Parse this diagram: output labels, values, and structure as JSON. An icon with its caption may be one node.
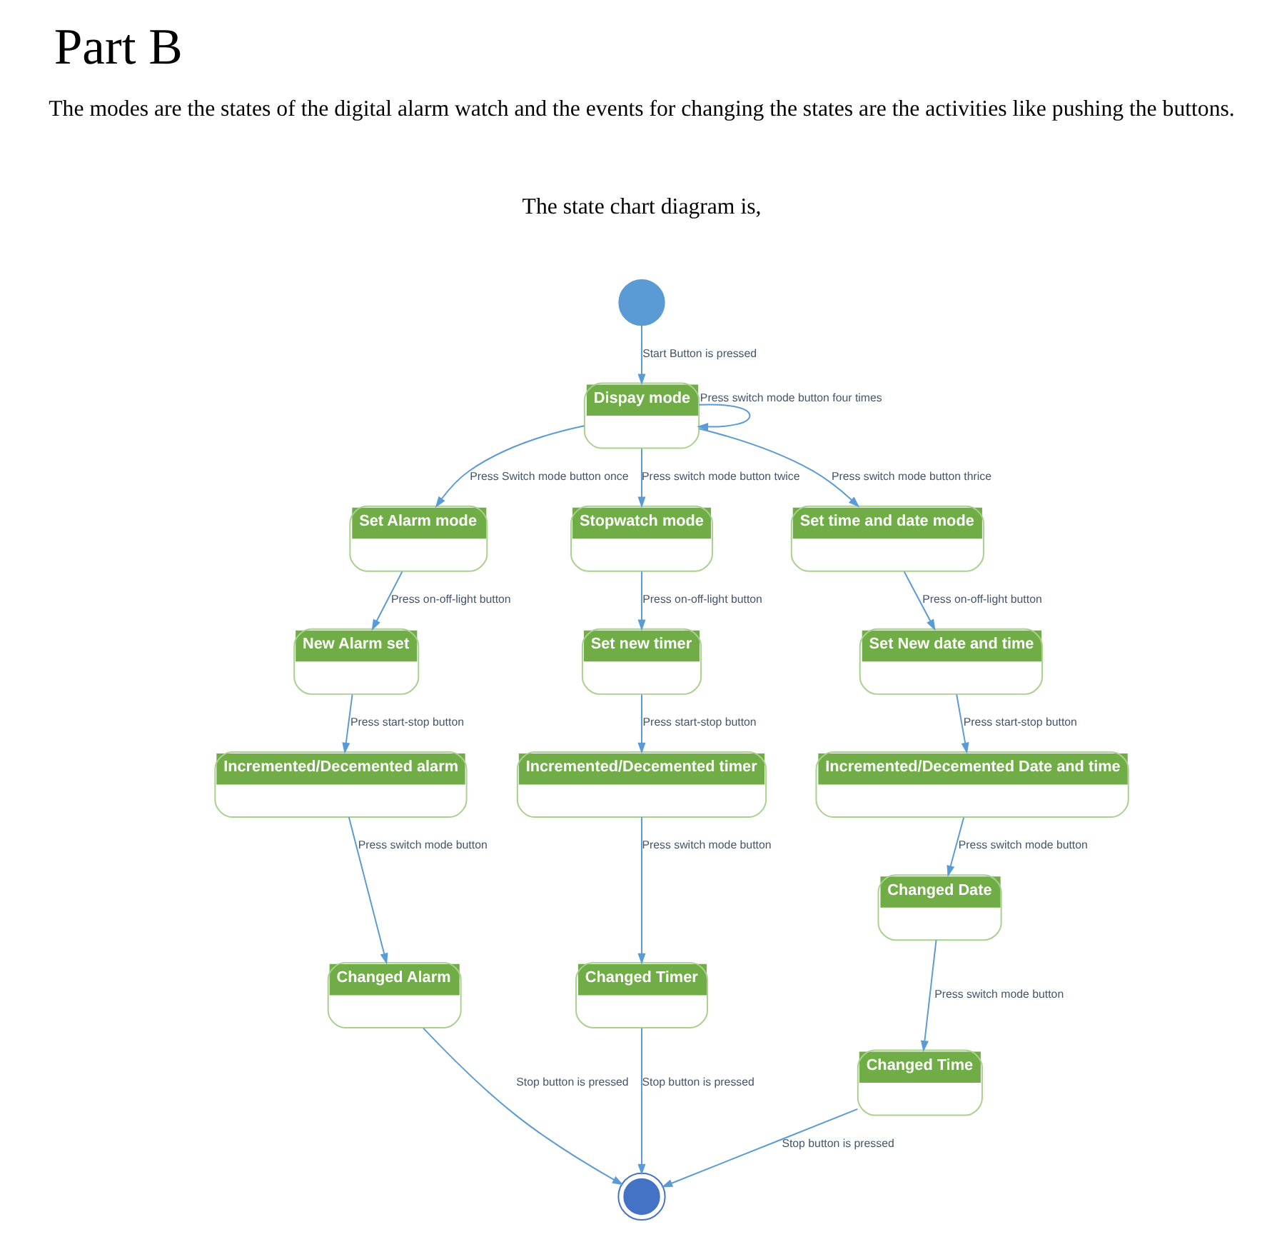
{
  "diagram": {
    "title": "Part B",
    "nodes": [
      {
        "text": [],
        "shape": "circle"
      },
      {
        "text": [
          "Dispay mode"
        ]
      },
      {
        "text": [
          "Set Alarm mode"
        ]
      },
      {
        "text": [
          "New Alarm set"
        ]
      },
      {
        "text": [
          "Stopwatch mode"
        ]
      },
      {
        "text": [
          "Incremented/Decemented alarm"
        ]
      },
      {
        "text": [
          "Set new timer"
        ]
      },
      {
        "text": [
          "Set time and date mode"
        ]
      },
      {
        "text": [
          "Changed Alarm"
        ]
      },
      {
        "text": [
          "Incremented/Decemented timer"
        ]
      },
      {
        "text": [
          "Set New date and time"
        ]
      },
      {
        "text": [
          "Changed Timer"
        ]
      },
      {
        "text": [],
        "shape": "bullseye"
      },
      {
        "text": [
          "Incremented/Decemented Date and time"
        ]
      },
      {
        "text": [
          "Changed Date"
        ]
      },
      {
        "text": [
          "Changed Time"
        ]
      }
    ],
    "edges": [
      {
        "from": 0,
        "to": 1,
        "arrow": "to",
        "label": "Start Button is pressed"
      },
      {
        "from": 1,
        "to": 1,
        "arrow": "to",
        "label": "Press switch mode button four times"
      },
      {
        "from": 1,
        "to": 2,
        "arrow": "to",
        "label": "Press Switch mode button once"
      },
      {
        "from": 1,
        "to": 4,
        "arrow": "to",
        "label": "Press switch mode button twice"
      },
      {
        "from": 1,
        "to": 7,
        "arrow": "to",
        "label": "Press switch mode button thrice"
      },
      {
        "from": 2,
        "to": 3,
        "arrow": "to",
        "label": "Press on-off-light button"
      },
      {
        "from": 3,
        "to": 5,
        "arrow": "to",
        "label": "Press start-stop button"
      },
      {
        "from": 4,
        "to": 6,
        "arrow": "to",
        "label": "Press on-off-light button"
      },
      {
        "from": 5,
        "to": 8,
        "arrow": "to",
        "label": "Press switch mode button"
      },
      {
        "from": 6,
        "to": 9,
        "arrow": "to",
        "label": "Press start-stop button"
      },
      {
        "from": 7,
        "to": 10,
        "arrow": "to",
        "label": "Press on-off-light button"
      },
      {
        "from": 8,
        "to": 12,
        "arrow": "to",
        "label": "Stop button is pressed"
      },
      {
        "from": 9,
        "to": 11,
        "arrow": "to",
        "label": "Press switch mode button"
      },
      {
        "from": 10,
        "to": 13,
        "arrow": "to",
        "label": "Press start-stop button"
      },
      {
        "from": 11,
        "to": 12,
        "arrow": "to",
        "label": "Stop button is pressed"
      },
      {
        "from": 13,
        "to": 14,
        "arrow": "to",
        "label": "Press switch mode button"
      },
      {
        "from": 14,
        "to": 15,
        "arrow": "to",
        "label": "Press switch mode button"
      },
      {
        "from": 15,
        "to": 12,
        "arrow": "to",
        "label": "Stop button is pressed"
      }
    ],
    "labels": [
      "The modes are the states of the digital alarm watch and the events for changing the states are the activities like pushing the buttons.",
      "The state chart diagram is,"
    ]
  }
}
